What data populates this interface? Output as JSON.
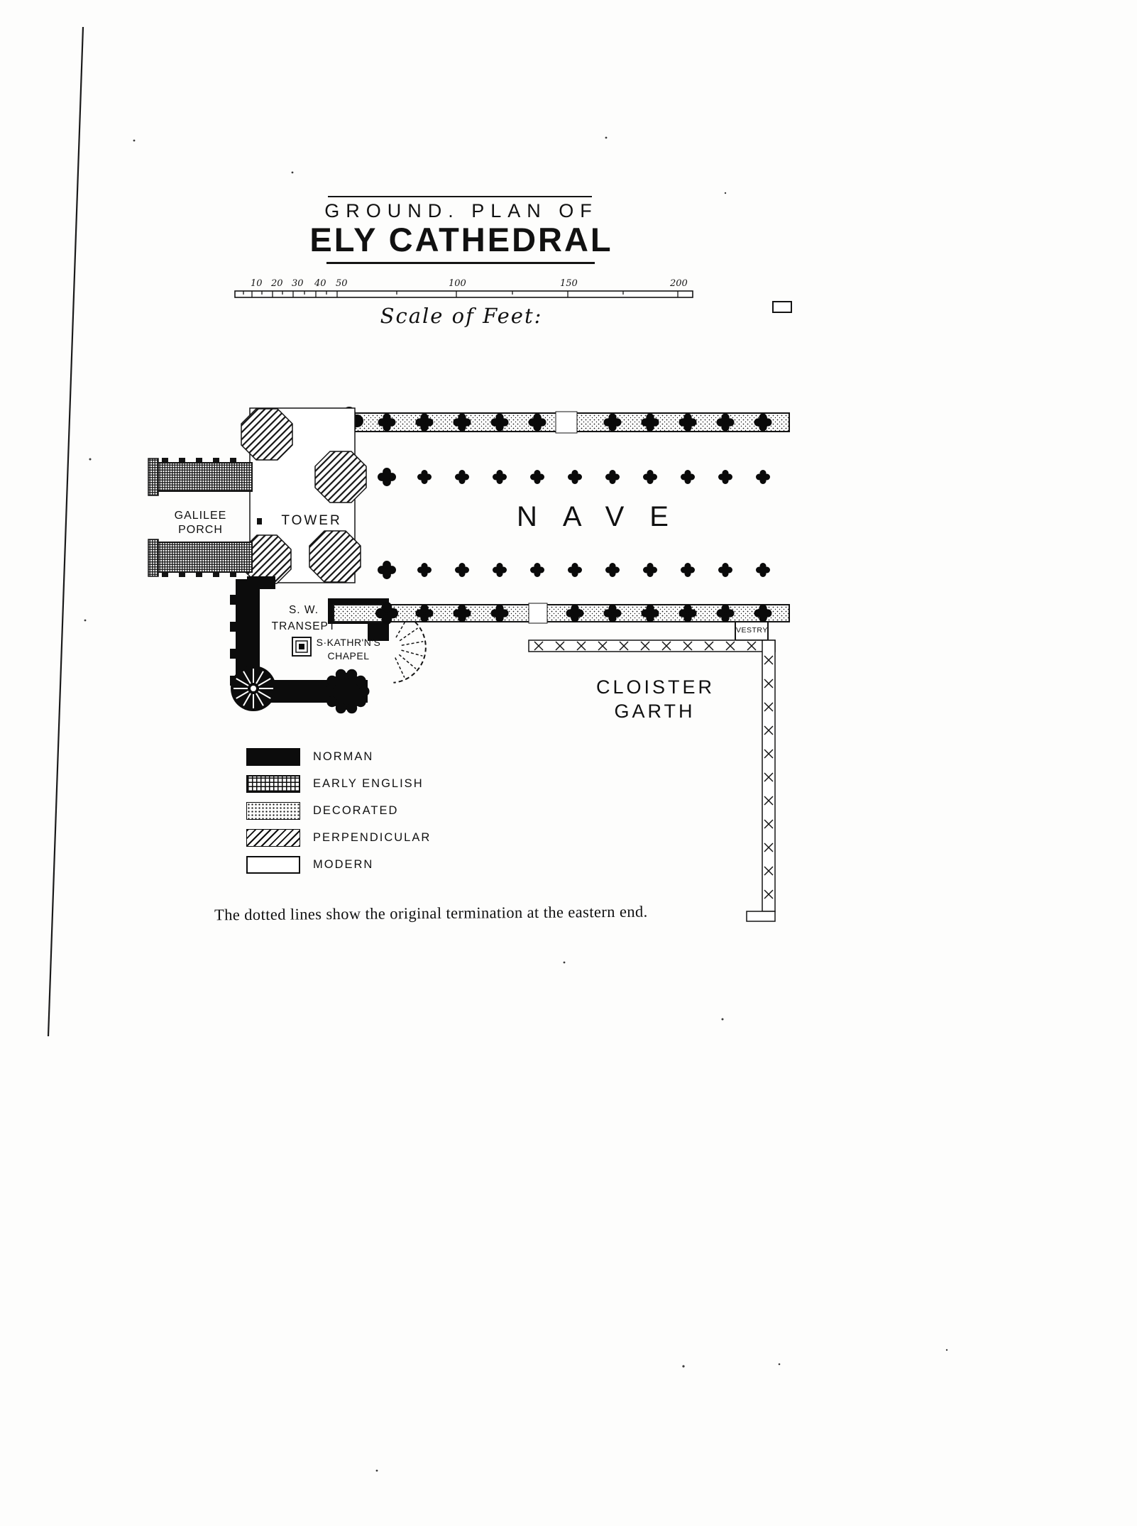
{
  "page": {
    "title_kicker": "GROUND. PLAN OF",
    "title_main": "ELY CATHEDRAL",
    "caption": "The dotted lines show the original termination at the eastern end."
  },
  "scale_bar": {
    "label": "Scale of Feet:",
    "ticks": [
      "10",
      "20",
      "30",
      "40",
      "50",
      "100",
      "150",
      "200"
    ]
  },
  "plan": {
    "labels": {
      "galilee_porch": "GALILEE\nPORCH",
      "tower": "TOWER",
      "nave": "NAVE",
      "sw_transept": "S. W.\nTRANSEPT",
      "s_kathrns_chapel": "S·KATHR'N'S\nCHAPEL",
      "vestry": "VESTRY",
      "cloister_garth": "CLOISTER\nGARTH"
    }
  },
  "legend": {
    "items": [
      {
        "label": "NORMAN",
        "style": "norman"
      },
      {
        "label": "EARLY ENGLISH",
        "style": "early-english"
      },
      {
        "label": "DECORATED",
        "style": "decorated"
      },
      {
        "label": "PERPENDICULAR",
        "style": "perpendicular"
      },
      {
        "label": "MODERN",
        "style": "modern"
      }
    ]
  }
}
